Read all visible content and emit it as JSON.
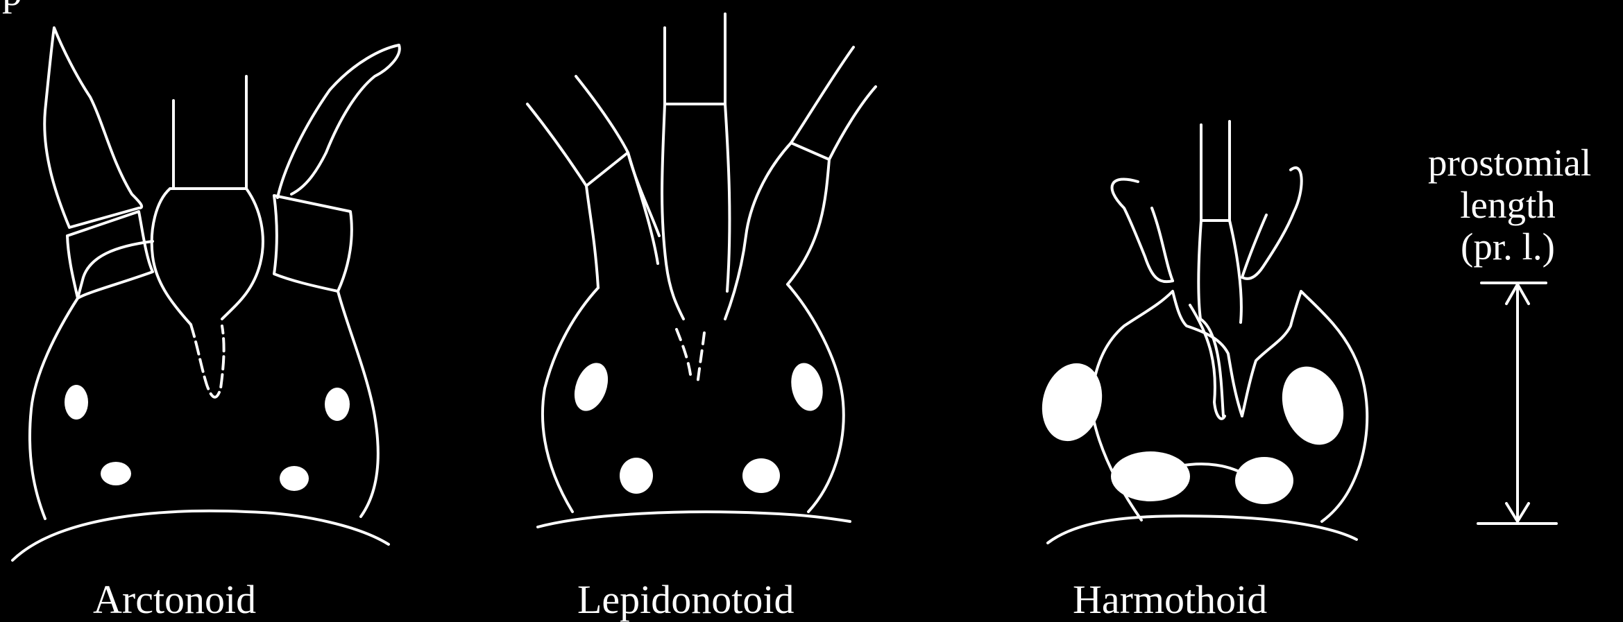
{
  "corner_text": "p",
  "labels": {
    "arctonoid": "Arctonoid",
    "lepidonotoid": "Lepidonotoid",
    "harmothoid": "Harmothoid"
  },
  "measure": {
    "line1": "prostomial",
    "line2": "length",
    "line3": "(pr. l.)"
  },
  "colors": {
    "background": "#000000",
    "ink": "#ffffff"
  }
}
